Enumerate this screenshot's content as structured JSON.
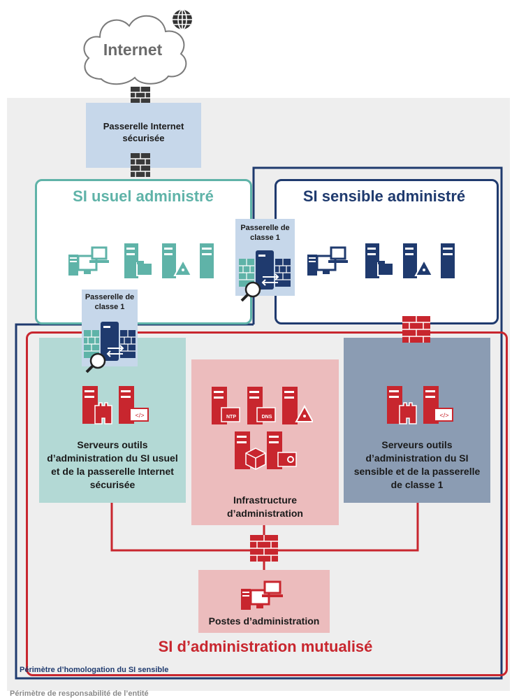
{
  "colors": {
    "teal": "#5fb3a8",
    "teal_dark": "#4e9e94",
    "navy": "#1f3a6e",
    "red": "#c8262e",
    "light_blue_box": "#c6d7ea",
    "teal_box": "#b3d9d5",
    "pink_box": "#ecbcbd",
    "slate_box": "#8b9cb3",
    "outer_bg": "#eeeeee"
  },
  "labels": {
    "internet": "Internet",
    "passerelle_internet": "Passerelle Internet sécurisée",
    "si_usuel": "SI usuel administré",
    "si_sensible": "SI sensible administré",
    "passerelle_classe1_top": "Passerelle de classe 1",
    "passerelle_classe1_left": "Passerelle de classe 1",
    "serveurs_usuel": "Serveurs outils d’administration du SI usuel et de la passerelle Internet sécurisée",
    "infrastructure": "Infrastructure d’administration",
    "serveurs_sensible": "Serveurs outils d’administration du SI sensible et de la passerelle de classe 1",
    "postes": "Postes d’administration",
    "si_admin": "SI d’administration mutualisé",
    "perimetre_homologation": "Périmètre d’homologation du SI sensible",
    "perimetre_responsabilite": "Périmètre de responsabilité de l’entité"
  },
  "icon_labels": {
    "ntp": "NTP",
    "dns": "DNS",
    "code": "</>"
  }
}
